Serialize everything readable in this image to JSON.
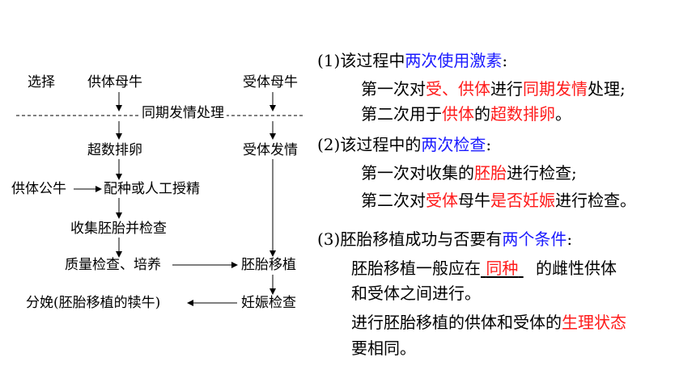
{
  "flow": {
    "select": "选择",
    "donor_cow": "供体母牛",
    "recipient_cow": "受体母牛",
    "sync_estrus": "同期发情处理",
    "superovulation": "超数排卵",
    "recipient_estrus": "受体发情",
    "donor_bull": "供体公牛",
    "mating": "配种或人工授精",
    "collect_check": "收集胚胎并检查",
    "quality_culture": "质量检查、培养",
    "transfer": "胚胎移植",
    "birth": "分娩(胚胎移植的犊牛)",
    "pregnancy_check": "妊娠检查"
  },
  "notes": {
    "p1": {
      "prefix": "(1)该过程中",
      "highlight": "两次使用激素",
      "suffix": ":",
      "l1_a": "第一次对",
      "l1_b": "受、供体",
      "l1_c": "进行",
      "l1_d": "同期发情",
      "l1_e": "处理;",
      "l2_a": "第二次用于",
      "l2_b": "供体",
      "l2_c": "的",
      "l2_d": "超数排卵",
      "l2_e": "。"
    },
    "p2": {
      "prefix": "(2)该过程中的",
      "highlight": "两次检查",
      "suffix": ":",
      "l1_a": "第一次对收集的",
      "l1_b": "胚胎",
      "l1_c": "进行检查;",
      "l2_a": "第二次对",
      "l2_b": "受体",
      "l2_c": "母牛",
      "l2_d": "是否妊娠",
      "l2_e": "进行检查。"
    },
    "p3": {
      "prefix": "(3)胚胎移植成功与否要有",
      "highlight": "两个条件",
      "suffix": ":",
      "l1_a": "胚胎移植一般应在",
      "l1_blank": "同种",
      "l1_b": "的雌性供体",
      "l2": "和受体之间进行。",
      "l3_a": "进行胚胎移植的供体和受体的",
      "l3_b": "生理状态",
      "l4": "要相同。"
    }
  },
  "colors": {
    "blue": "#1a1aff",
    "red": "#ff1a1a"
  }
}
